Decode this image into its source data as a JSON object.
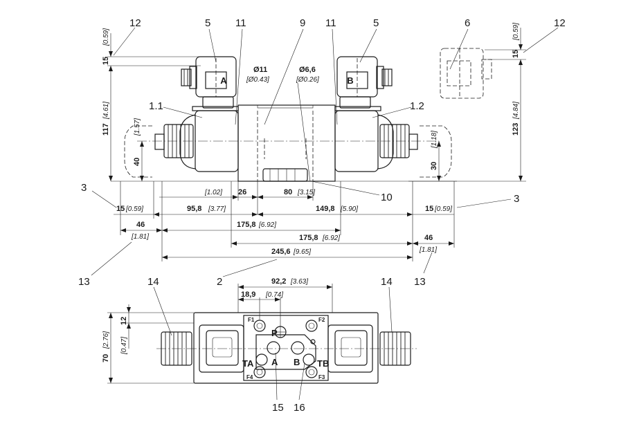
{
  "labels": {
    "l12_left": "12",
    "l5_left": "5",
    "l11_left": "11",
    "l9": "9",
    "l11_right": "11",
    "l5_right": "5",
    "l6": "6",
    "l12_right": "12",
    "l1_1": "1.1",
    "l1_2": "1.2",
    "l3_left": "3",
    "l3_right": "3",
    "l10": "10",
    "l13_left": "13",
    "l13_right": "13",
    "l2": "2",
    "l14_left": "14",
    "l14_right": "14",
    "l15": "15",
    "l16": "16"
  },
  "dimensions": {
    "d15_top_left": "15",
    "d15_top_left_in": "[0.59]",
    "d117": "117",
    "d117_in": "[4.61]",
    "d40": "40",
    "d40_in": "[1.57]",
    "d11": "Ø11",
    "d11_in": "[Ø0.43]",
    "d66": "Ø6,6",
    "d66_in": "[Ø0.26]",
    "d26_in": "[1.02]",
    "d26": "26",
    "d80": "80",
    "d80_in": "[3.15]",
    "d15_left": "15",
    "d15_left_in": "[0.59]",
    "d958": "95,8",
    "d958_in": "[3.77]",
    "d1498": "149,8",
    "d1498_in": "[5.90]",
    "d15_right": "15",
    "d15_right_in": "[0.59]",
    "d46_left": "46",
    "d46_left_in": "[1.81]",
    "d1758a": "175,8",
    "d1758a_in": "[6.92]",
    "d1758b": "175,8",
    "d1758b_in": "[6.92]",
    "d46_right": "46",
    "d46_right_in": "[1.81]",
    "d2456": "245,6",
    "d2456_in": "[9.65]",
    "d15_top_right": "15",
    "d15_top_right_in": "[0.59]",
    "d123": "123",
    "d123_in": "[4.84]",
    "d30": "30",
    "d30_in": "[1.18]",
    "d922": "92,2",
    "d922_in": "[3.63]",
    "d189": "18,9",
    "d189_in": "[0.74]",
    "d12": "12",
    "d12_in": "[0.47]",
    "d70": "70",
    "d70_in": "[2.76]"
  },
  "ports": {
    "A_coil": "A",
    "B_coil": "B",
    "P": "P",
    "A": "A",
    "B": "B",
    "TA": "TA",
    "TB": "TB",
    "F1": "F1",
    "F2": "F2",
    "F3": "F3",
    "F4": "F4"
  }
}
